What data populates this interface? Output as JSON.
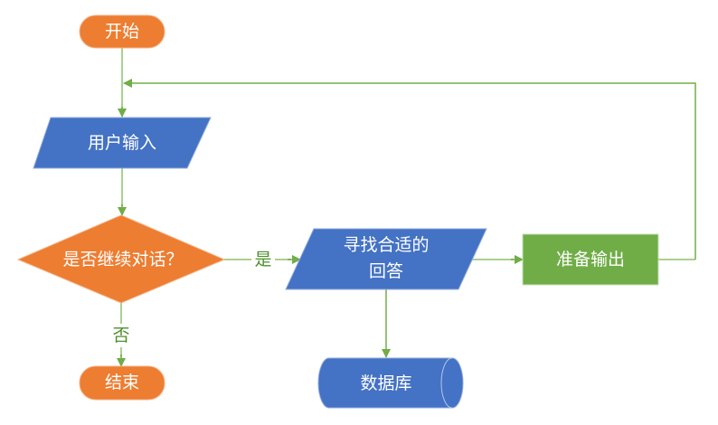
{
  "diagram": {
    "type": "flowchart",
    "colors": {
      "terminal": "#ed7d31",
      "io": "#4472c4",
      "process": "#70ad47",
      "database": "#4472c4",
      "connector": "#70ad47",
      "edge_label": "#4e8f2c",
      "node_text": "#ffffff"
    },
    "nodes": {
      "start": {
        "label": "开始",
        "shape": "terminal"
      },
      "user_input": {
        "label": "用户输入",
        "shape": "parallelogram"
      },
      "decision": {
        "label": "是否继续对话？",
        "shape": "diamond"
      },
      "end": {
        "label": "结束",
        "shape": "terminal"
      },
      "find_answer": {
        "label_line1": "寻找合适的",
        "label_line2": "回答",
        "shape": "parallelogram"
      },
      "prepare_output": {
        "label": "准备输出",
        "shape": "rectangle"
      },
      "database": {
        "label": "数据库",
        "shape": "cylinder"
      }
    },
    "edges": [
      {
        "from": "start",
        "to": "user_input",
        "label": ""
      },
      {
        "from": "user_input",
        "to": "decision",
        "label": ""
      },
      {
        "from": "decision",
        "to": "find_answer",
        "label": "是"
      },
      {
        "from": "decision",
        "to": "end",
        "label": "否"
      },
      {
        "from": "find_answer",
        "to": "prepare_output",
        "label": ""
      },
      {
        "from": "find_answer",
        "to": "database",
        "label": ""
      },
      {
        "from": "prepare_output",
        "to": "user_input",
        "label": ""
      }
    ],
    "edge_labels": {
      "yes": "是",
      "no": "否"
    }
  }
}
